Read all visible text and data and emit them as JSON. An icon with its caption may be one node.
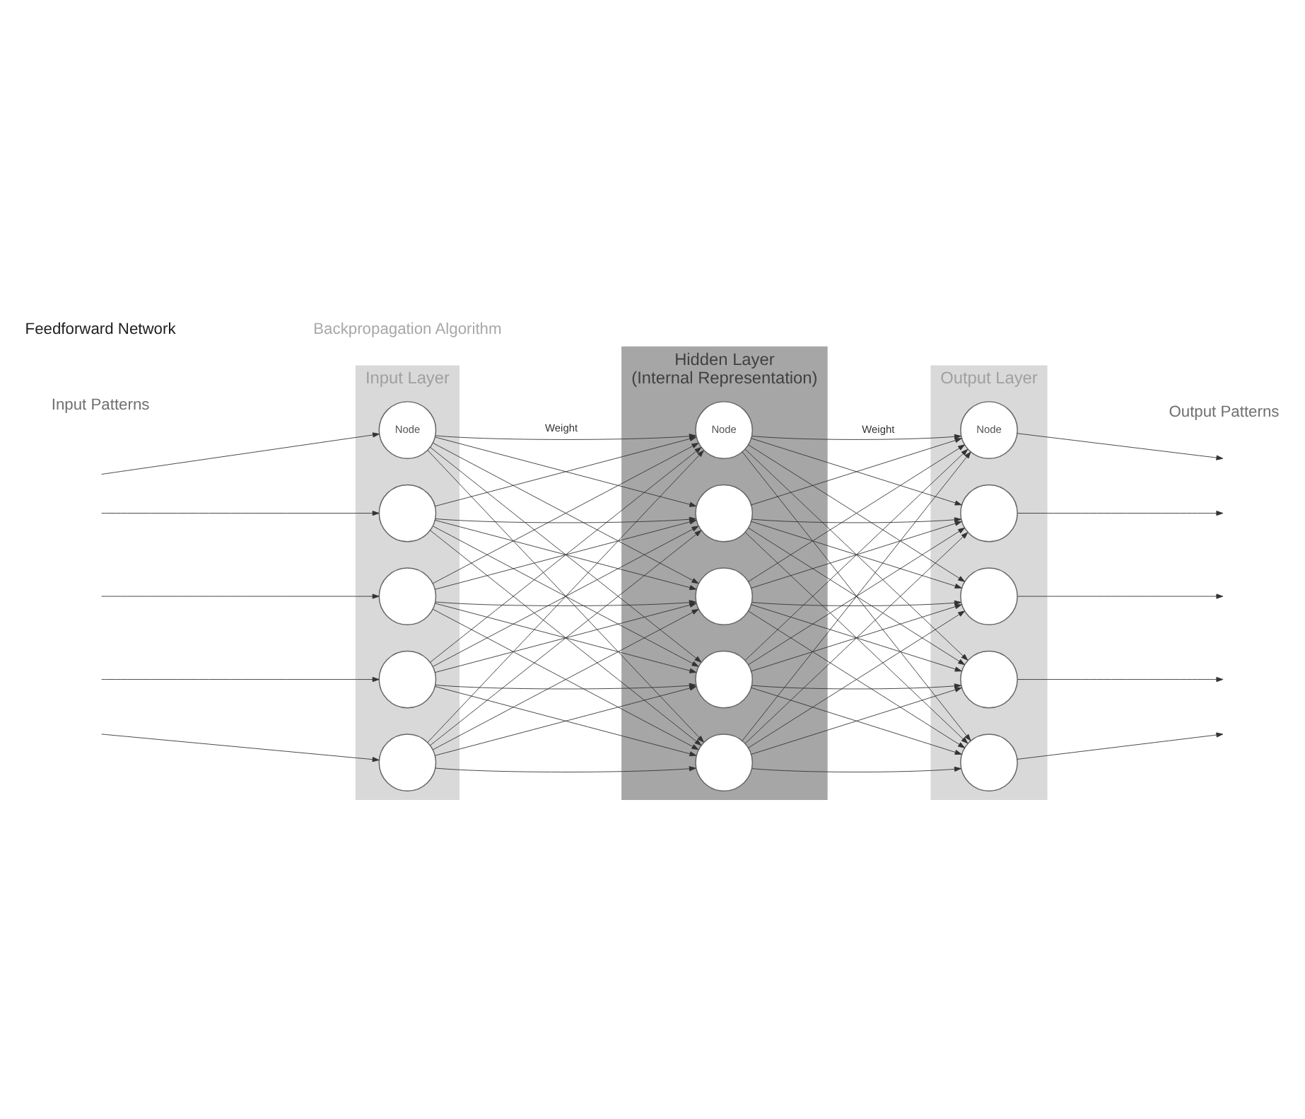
{
  "diagram": {
    "nodes": [
      {
        "text": [
          "Input Layer"
        ]
      },
      {
        "text": [
          "Node"
        ],
        "in": 0
      },
      {
        "text": [],
        "shape": "circle",
        "in": 0
      },
      {
        "text": [],
        "shape": "circle",
        "in": 0
      },
      {
        "text": [],
        "shape": "circle",
        "in": 0
      },
      {
        "text": [],
        "shape": "circle",
        "in": 0
      },
      {
        "text": [
          "Hidden Layer",
          "(Internal Representation)"
        ]
      },
      {
        "text": [
          "Node"
        ],
        "in": 6
      },
      {
        "text": [],
        "shape": "circle",
        "in": 6
      },
      {
        "text": [],
        "shape": "circle",
        "in": 6
      },
      {
        "text": [],
        "shape": "circle",
        "in": 6
      },
      {
        "text": [],
        "shape": "circle",
        "in": 6
      },
      {
        "text": [
          "Output Layer"
        ]
      },
      {
        "text": [
          "Node"
        ],
        "in": 12
      },
      {
        "text": [],
        "shape": "circle",
        "in": 12
      },
      {
        "text": [],
        "shape": "circle",
        "in": 12
      },
      {
        "text": [],
        "shape": "circle",
        "in": 12
      },
      {
        "text": [],
        "shape": "circle",
        "in": 12
      }
    ],
    "edges": [
      {
        "from": null,
        "to": 1,
        "arrow": "to"
      },
      {
        "from": null,
        "to": 2,
        "arrow": "to"
      },
      {
        "from": null,
        "to": 3,
        "arrow": "to"
      },
      {
        "from": null,
        "to": 4,
        "arrow": "to"
      },
      {
        "from": null,
        "to": 5,
        "arrow": "to"
      },
      {
        "from": 1,
        "to": 7,
        "arrow": "to",
        "label": "Weight"
      },
      {
        "from": 1,
        "to": 8,
        "arrow": "to"
      },
      {
        "from": 1,
        "to": 9,
        "arrow": "to"
      },
      {
        "from": 1,
        "to": 10,
        "arrow": "to"
      },
      {
        "from": 1,
        "to": 11,
        "arrow": "to"
      },
      {
        "from": 2,
        "to": 7,
        "arrow": "to"
      },
      {
        "from": 2,
        "to": 8,
        "arrow": "to"
      },
      {
        "from": 2,
        "to": 9,
        "arrow": "to"
      },
      {
        "from": 2,
        "to": 10,
        "arrow": "to"
      },
      {
        "from": 2,
        "to": 11,
        "arrow": "to"
      },
      {
        "from": 3,
        "to": 7,
        "arrow": "to"
      },
      {
        "from": 3,
        "to": 8,
        "arrow": "to"
      },
      {
        "from": 3,
        "to": 9,
        "arrow": "to"
      },
      {
        "from": 3,
        "to": 10,
        "arrow": "to"
      },
      {
        "from": 3,
        "to": 11,
        "arrow": "to"
      },
      {
        "from": 4,
        "to": 7,
        "arrow": "to"
      },
      {
        "from": 4,
        "to": 8,
        "arrow": "to"
      },
      {
        "from": 4,
        "to": 9,
        "arrow": "to"
      },
      {
        "from": 4,
        "to": 10,
        "arrow": "to"
      },
      {
        "from": 4,
        "to": 11,
        "arrow": "to"
      },
      {
        "from": 5,
        "to": 7,
        "arrow": "to"
      },
      {
        "from": 5,
        "to": 8,
        "arrow": "to"
      },
      {
        "from": 5,
        "to": 9,
        "arrow": "to"
      },
      {
        "from": 5,
        "to": 10,
        "arrow": "to"
      },
      {
        "from": 5,
        "to": 11,
        "arrow": "to"
      },
      {
        "from": 7,
        "to": 13,
        "arrow": "to",
        "label": "Weight"
      },
      {
        "from": 7,
        "to": 14,
        "arrow": "to"
      },
      {
        "from": 7,
        "to": 15,
        "arrow": "to"
      },
      {
        "from": 7,
        "to": 16,
        "arrow": "to"
      },
      {
        "from": 7,
        "to": 17,
        "arrow": "to"
      },
      {
        "from": 8,
        "to": 13,
        "arrow": "to"
      },
      {
        "from": 8,
        "to": 14,
        "arrow": "to"
      },
      {
        "from": 8,
        "to": 15,
        "arrow": "to"
      },
      {
        "from": 8,
        "to": 16,
        "arrow": "to"
      },
      {
        "from": 8,
        "to": 17,
        "arrow": "to"
      },
      {
        "from": 9,
        "to": 13,
        "arrow": "to"
      },
      {
        "from": 9,
        "to": 14,
        "arrow": "to"
      },
      {
        "from": 9,
        "to": 15,
        "arrow": "to"
      },
      {
        "from": 9,
        "to": 16,
        "arrow": "to"
      },
      {
        "from": 9,
        "to": 17,
        "arrow": "to"
      },
      {
        "from": 10,
        "to": 13,
        "arrow": "to"
      },
      {
        "from": 10,
        "to": 14,
        "arrow": "to"
      },
      {
        "from": 10,
        "to": 15,
        "arrow": "to"
      },
      {
        "from": 10,
        "to": 16,
        "arrow": "to"
      },
      {
        "from": 10,
        "to": 17,
        "arrow": "to"
      },
      {
        "from": 11,
        "to": 13,
        "arrow": "to"
      },
      {
        "from": 11,
        "to": 14,
        "arrow": "to"
      },
      {
        "from": 11,
        "to": 15,
        "arrow": "to"
      },
      {
        "from": 11,
        "to": 16,
        "arrow": "to"
      },
      {
        "from": 11,
        "to": 17,
        "arrow": "to"
      },
      {
        "from": 13,
        "to": null,
        "arrow": "to"
      },
      {
        "from": 14,
        "to": null,
        "arrow": "to"
      },
      {
        "from": 15,
        "to": null,
        "arrow": "to"
      },
      {
        "from": 16,
        "to": null,
        "arrow": "to"
      },
      {
        "from": 17,
        "to": null,
        "arrow": "to"
      }
    ],
    "labels": [
      "Input Patterns",
      "Output Patterns",
      "Feedforward Network",
      "Backpropagation Algorithm"
    ]
  }
}
